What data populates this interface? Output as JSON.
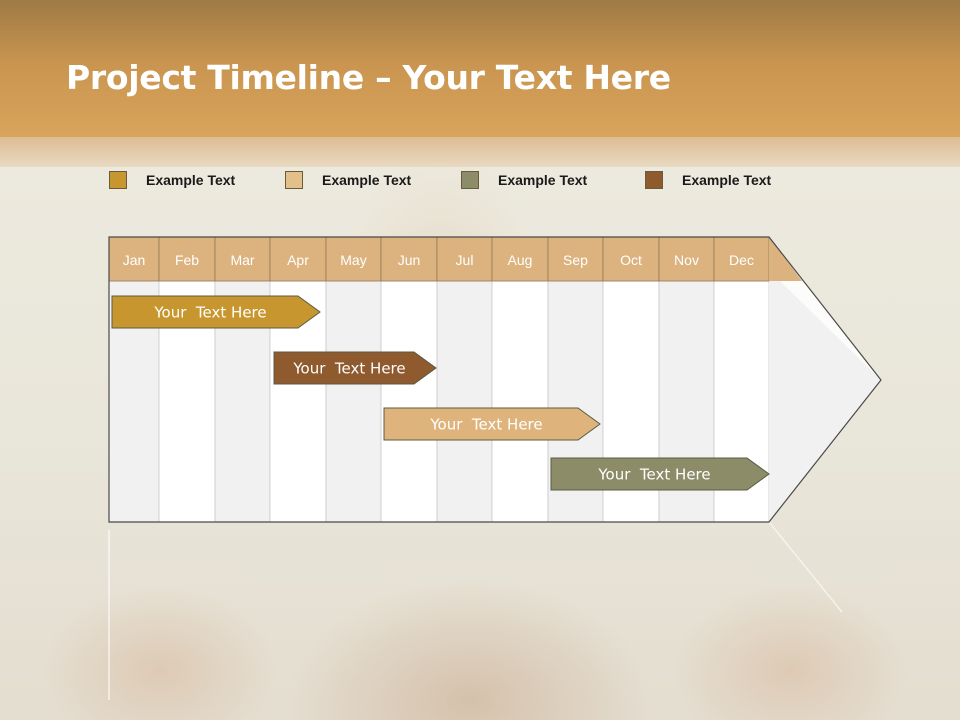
{
  "slide": {
    "title_bold": "Project Timeline",
    "title_rest": " – Your Text Here"
  },
  "legend": [
    {
      "label": "Example Text",
      "color": "#c8962e"
    },
    {
      "label": "Example Text",
      "color": "#e3bf8a"
    },
    {
      "label": "Example Text",
      "color": "#8c8c68"
    },
    {
      "label": "Example Text",
      "color": "#8e5a2e"
    }
  ],
  "timeline": {
    "months": [
      "Jan",
      "Feb",
      "Mar",
      "Apr",
      "May",
      "Jun",
      "Jul",
      "Aug",
      "Sep",
      "Oct",
      "Nov",
      "Dec"
    ],
    "header_color": "#dcb27e",
    "tasks": [
      {
        "label": "Your  Text Here",
        "start_month": "Jan",
        "end_month": "Apr",
        "color": "#c8962e"
      },
      {
        "label": "Your  Text Here",
        "start_month": "Apr",
        "end_month": "Jun",
        "color": "#8e5a2e"
      },
      {
        "label": "Your  Text Here",
        "start_month": "Jun",
        "end_month": "Sep",
        "color": "#dfb47c"
      },
      {
        "label": "Your  Text Here",
        "start_month": "Sep",
        "end_month": "Dec",
        "color": "#8c8c68"
      }
    ]
  }
}
